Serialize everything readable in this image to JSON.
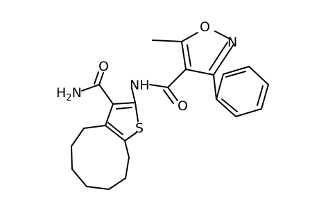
{
  "molecule": {
    "atoms": {
      "O_ring": "O",
      "N_ring": "N",
      "S": "S",
      "NH": "NH",
      "O_carbonyl": "O",
      "O_amide": "O",
      "NH2": "H2N",
      "NH2_main": "H",
      "NH2_sub": "2",
      "NH2_N": "N"
    }
  }
}
